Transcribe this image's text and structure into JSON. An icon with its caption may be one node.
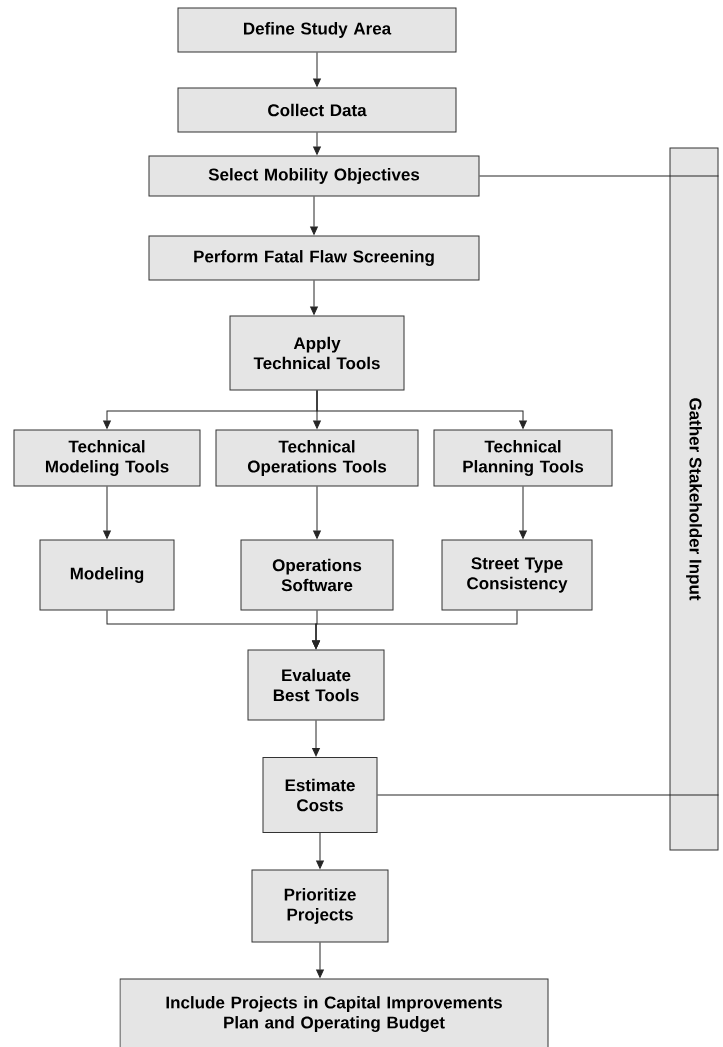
{
  "diagram": {
    "nodes": [
      {
        "text": [
          "Define Study Area"
        ]
      },
      {
        "text": [
          "Collect Data"
        ]
      },
      {
        "text": [
          "Select Mobility Objectives"
        ]
      },
      {
        "text": [
          "Perform Fatal Flaw Screening"
        ]
      },
      {
        "text": [
          "Apply Technical Tools"
        ]
      },
      {
        "text": [
          "Technical Modeling Tools"
        ]
      },
      {
        "text": [
          "Technical Operations Tools"
        ]
      },
      {
        "text": [
          "Technical Planning Tools"
        ]
      },
      {
        "text": [
          "Modeling"
        ]
      },
      {
        "text": [
          "Operations Software"
        ]
      },
      {
        "text": [
          "Street Type Consistency"
        ]
      },
      {
        "text": [
          "Evaluate Best Tools"
        ]
      },
      {
        "text": [
          "Estimate Costs"
        ]
      },
      {
        "text": [
          "Prioritize Projects"
        ]
      },
      {
        "text": [
          "Include Projects in Capital Improvements Plan and Operating Budget"
        ]
      },
      {
        "text": [
          "Gather Stakeholder Input"
        ]
      }
    ],
    "edges": [
      {
        "from": 0,
        "to": 1,
        "arrow": "to"
      },
      {
        "from": 1,
        "to": 2,
        "arrow": "to"
      },
      {
        "from": 2,
        "to": 3,
        "arrow": "to"
      },
      {
        "from": 3,
        "to": 4,
        "arrow": "to"
      },
      {
        "from": 4,
        "to": 5,
        "arrow": "to"
      },
      {
        "from": 4,
        "to": 6,
        "arrow": "to"
      },
      {
        "from": 4,
        "to": 7,
        "arrow": "to"
      },
      {
        "from": 5,
        "to": 8,
        "arrow": "to"
      },
      {
        "from": 6,
        "to": 9,
        "arrow": "to"
      },
      {
        "from": 7,
        "to": 10,
        "arrow": "to"
      },
      {
        "from": 8,
        "to": 11,
        "arrow": "to"
      },
      {
        "from": 9,
        "to": 11,
        "arrow": "to"
      },
      {
        "from": 10,
        "to": 11,
        "arrow": "to"
      },
      {
        "from": 11,
        "to": 12,
        "arrow": "to"
      },
      {
        "from": 12,
        "to": 13,
        "arrow": "to"
      },
      {
        "from": 13,
        "to": 14,
        "arrow": "to"
      },
      {
        "from": 2,
        "to": 15,
        "arrow": "none"
      },
      {
        "from": 12,
        "to": 15,
        "arrow": "none"
      }
    ]
  }
}
